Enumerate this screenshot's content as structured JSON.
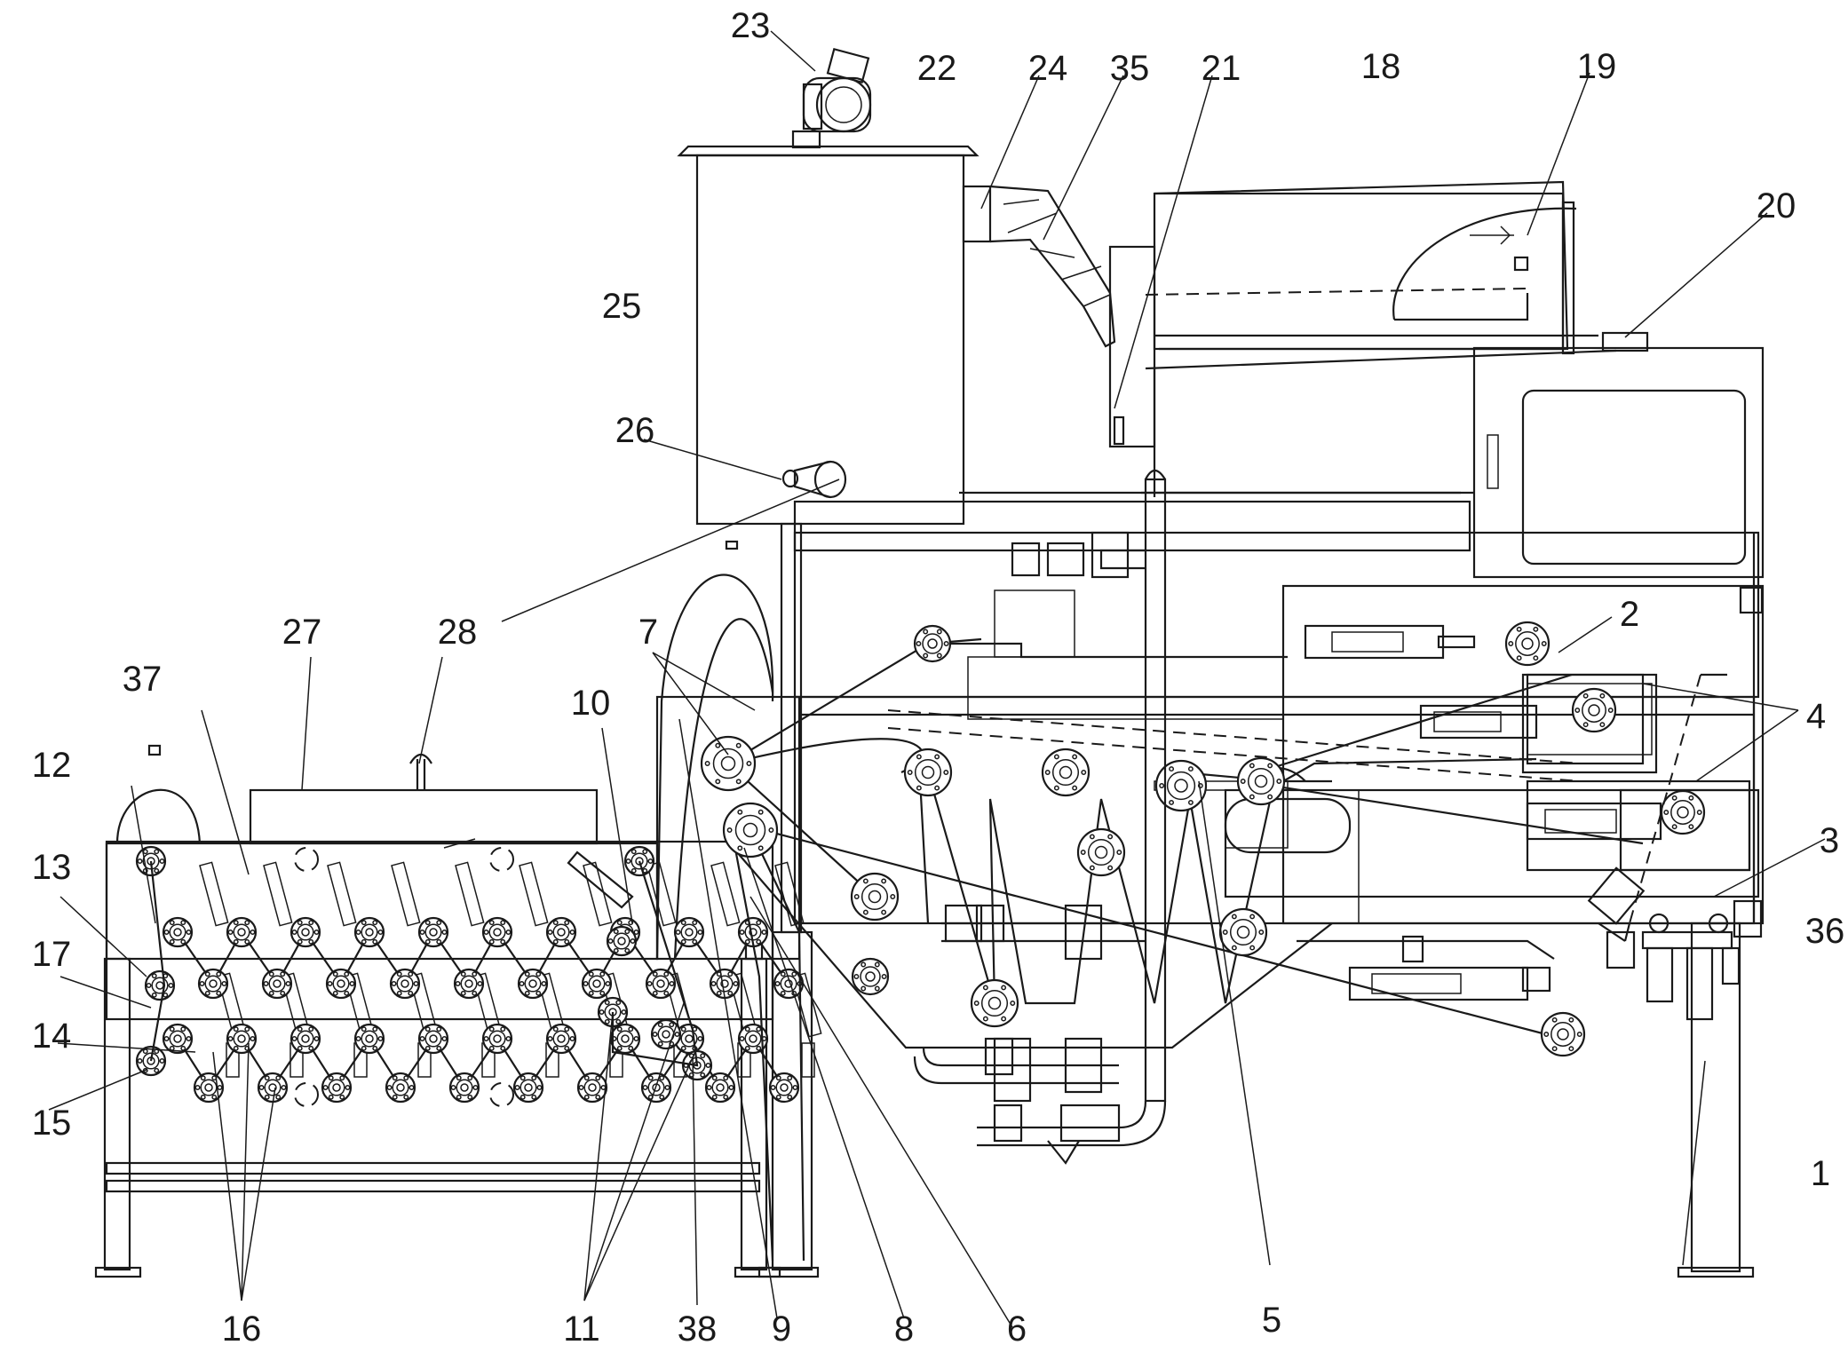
{
  "diagram": {
    "labels": [
      "1",
      "2",
      "3",
      "4",
      "5",
      "6",
      "7",
      "8",
      "9",
      "10",
      "11",
      "12",
      "13",
      "14",
      "15",
      "16",
      "17",
      "18",
      "19",
      "20",
      "21",
      "22",
      "23",
      "24",
      "25",
      "26",
      "27",
      "28",
      "35",
      "36",
      "37",
      "38"
    ]
  }
}
